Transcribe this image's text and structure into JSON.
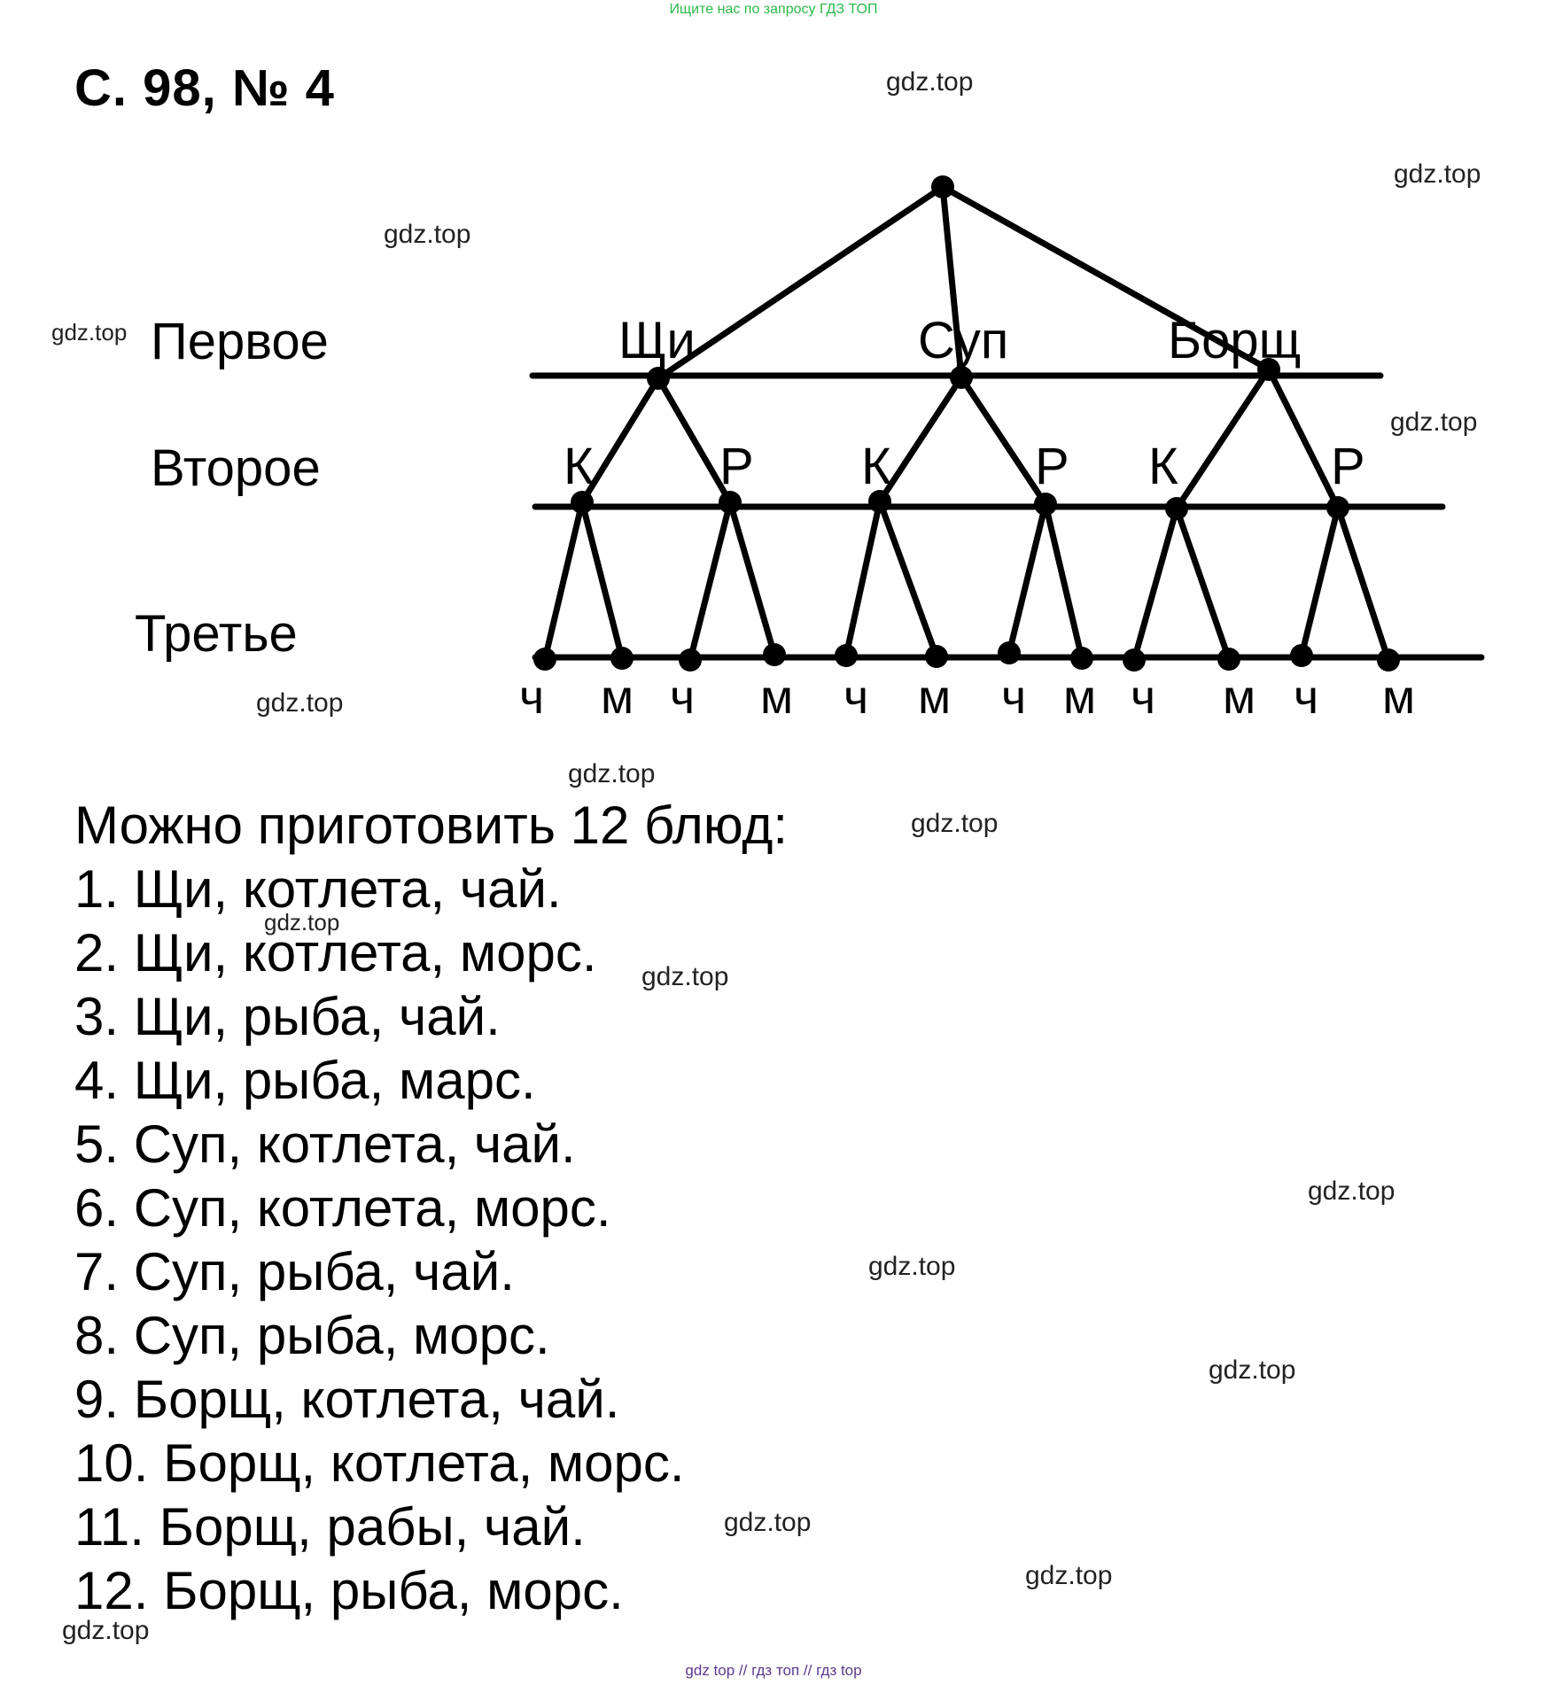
{
  "top_note": "Ищите нас по запросу ГДЗ ТОП",
  "heading": "С. 98, № 4",
  "levels": {
    "first": "Первое",
    "second": "Второе",
    "third": "Третье"
  },
  "tree": {
    "first_nodes": [
      "Щи",
      "Суп",
      "Борщ"
    ],
    "second_nodes": [
      "К",
      "Р",
      "К",
      "Р",
      "К",
      "Р"
    ],
    "third_nodes": [
      "ч",
      "м",
      "ч",
      "м",
      "ч",
      "м",
      "ч",
      "м",
      "ч",
      "м",
      "ч",
      "м"
    ]
  },
  "answer": {
    "intro": "Можно приготовить 12 блюд:",
    "items": [
      "1. Щи, котлета, чай.",
      "2. Щи, котлета, морс.",
      "3. Щи, рыба, чай.",
      "4. Щи, рыба, марс.",
      "5. Суп, котлета, чай.",
      "6. Суп, котлета, морс.",
      "7. Суп, рыба, чай.",
      "8. Суп, рыба, морс.",
      "9. Борщ, котлета, чай.",
      "10. Борщ, котлета, морс.",
      "11. Борщ, рабы, чай.",
      "12. Борщ, рыба, морс."
    ]
  },
  "watermark": "gdz.top",
  "footer": "gdz top // гдз топ // гдз top"
}
